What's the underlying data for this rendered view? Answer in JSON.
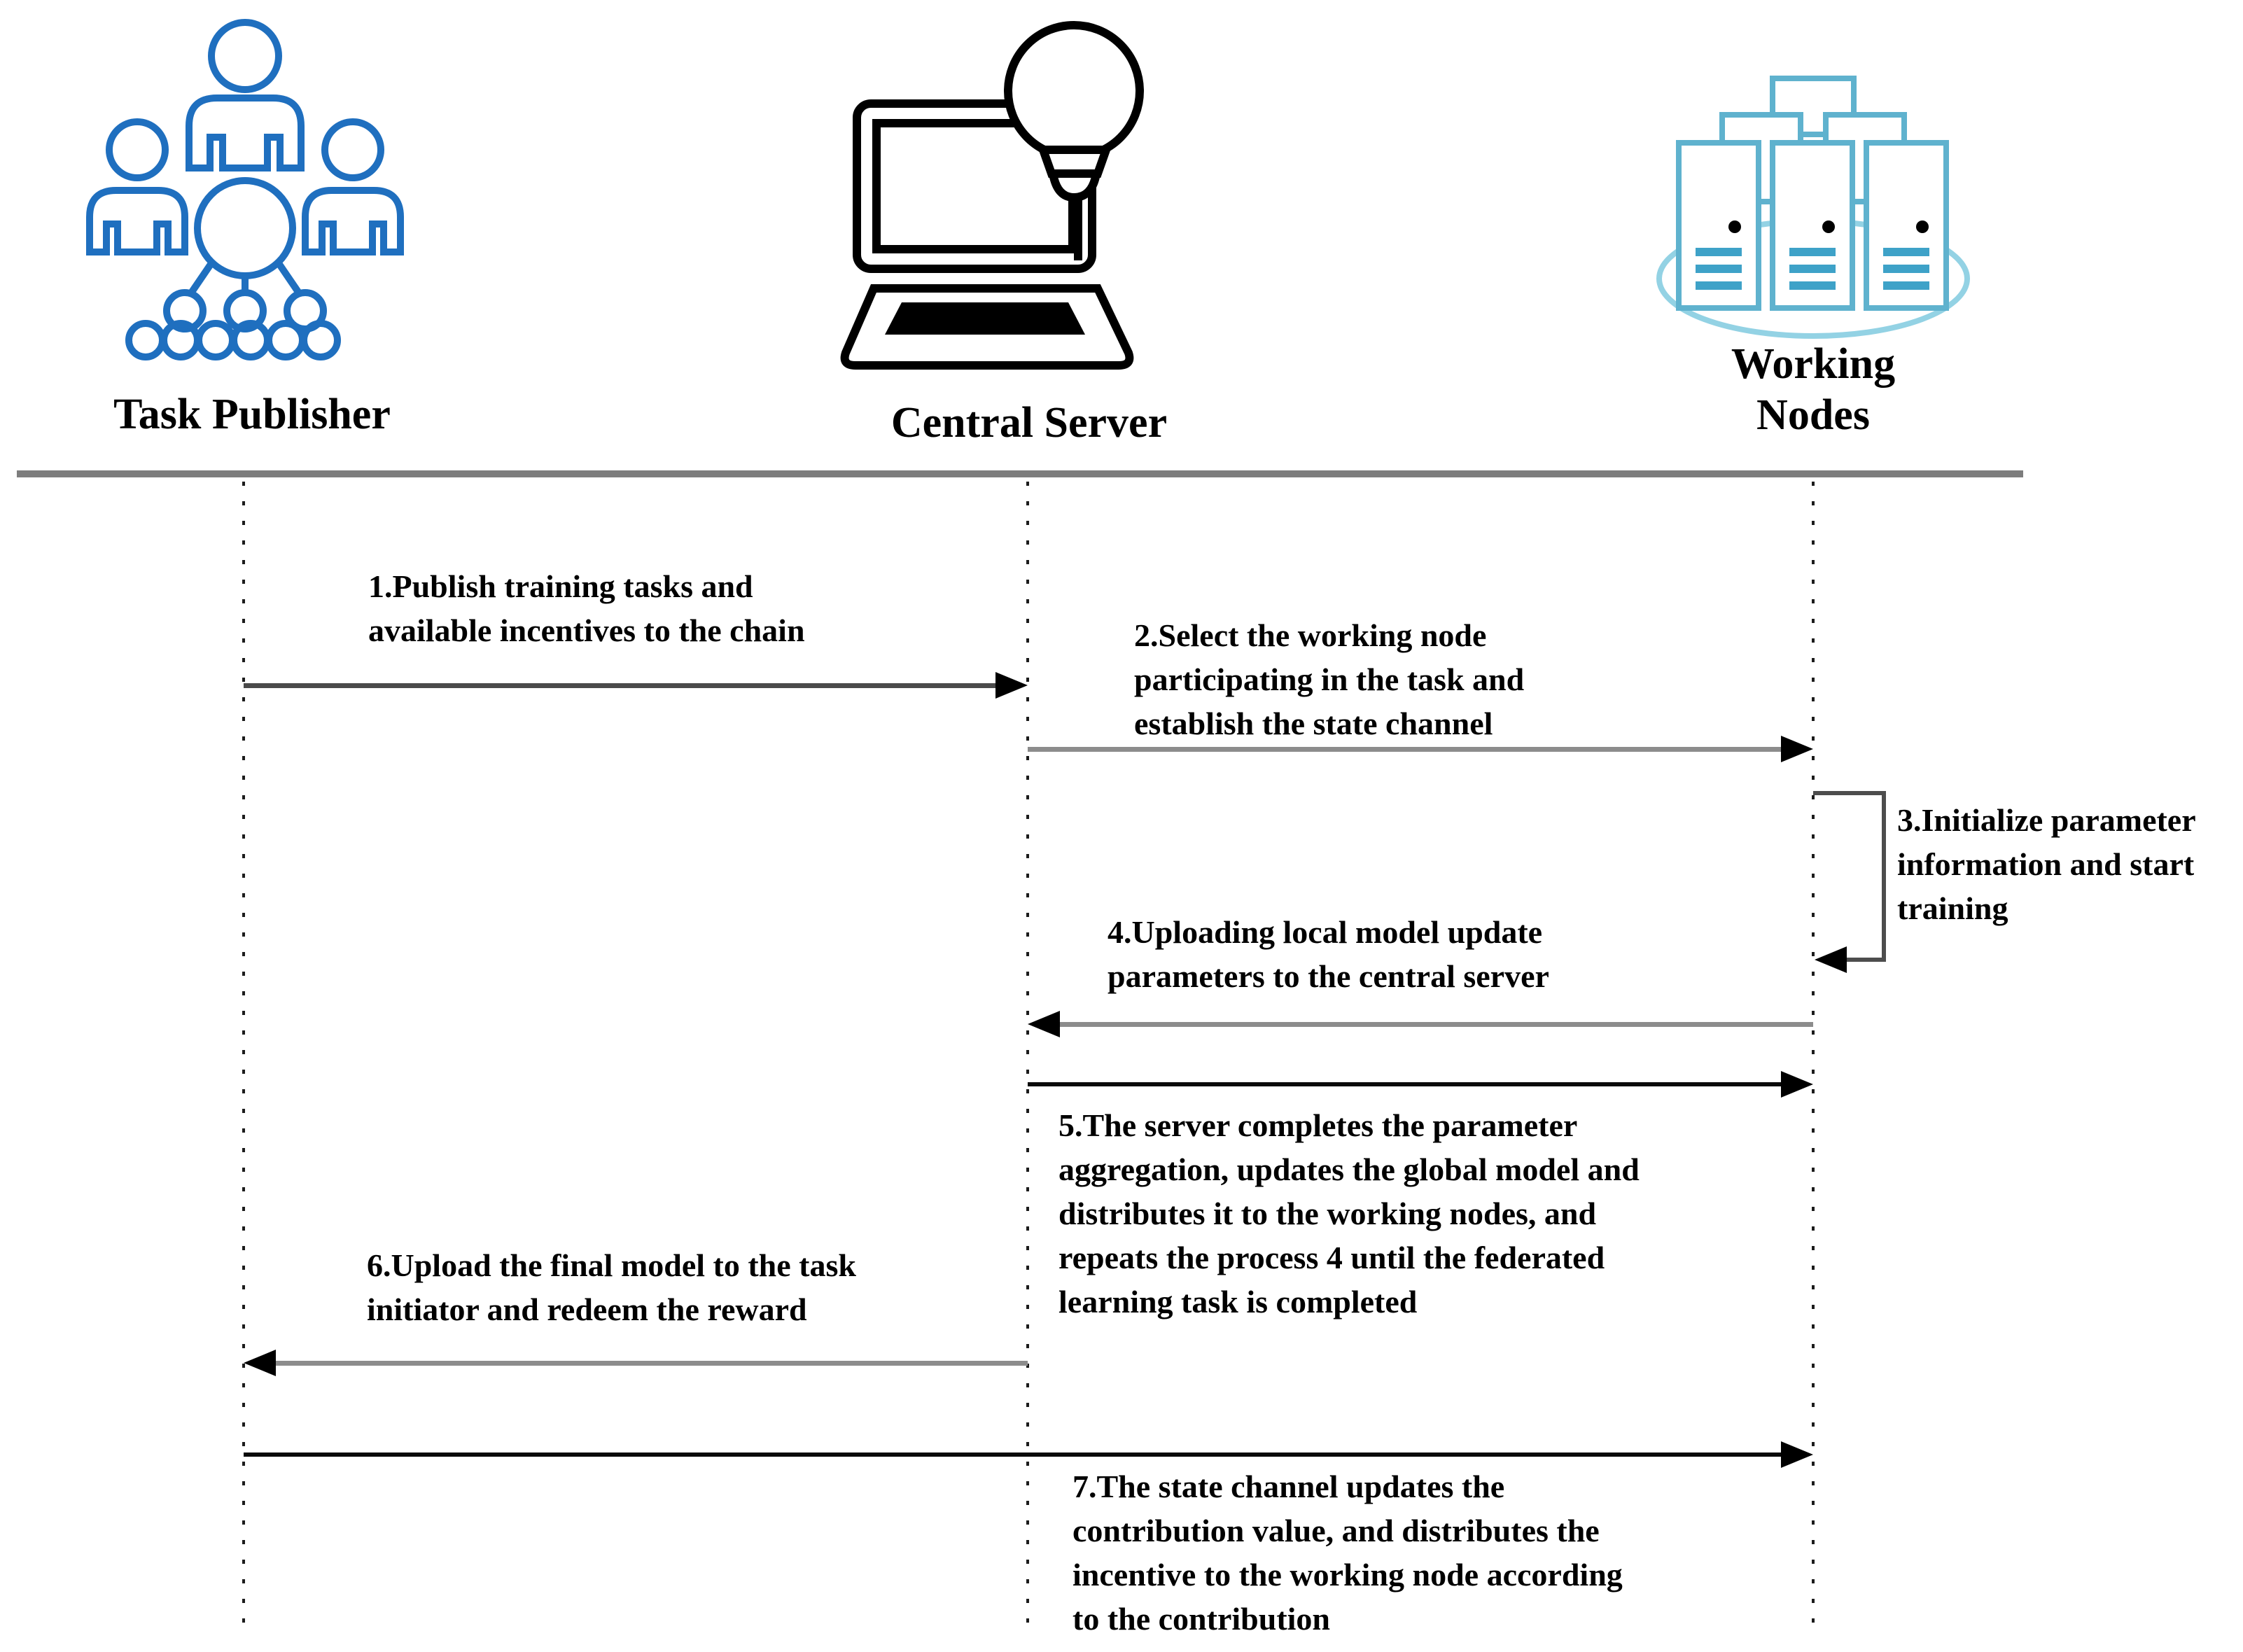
{
  "diagram": {
    "type": "sequence-diagram",
    "topic": "Blockchain federated learning task flow"
  },
  "actors": [
    {
      "name": "Task Publisher",
      "icon": "people-group-icon",
      "icon_color": "#1f6fbf"
    },
    {
      "name": "Central Server",
      "icon": "laptop-lightbulb-icon",
      "icon_color": "#000000"
    },
    {
      "name": "Working Nodes",
      "icon": "server-cluster-icon",
      "icon_color": "#5fb2ce"
    }
  ],
  "messages": [
    {
      "id": 1,
      "from": "Task Publisher",
      "to": "Central Server",
      "arrow_color": "#4a4a4a",
      "text": "1.Publish training tasks and\navailable incentives to the chain"
    },
    {
      "id": 2,
      "from": "Central Server",
      "to": "Working Nodes",
      "arrow_color": "#8c8c8c",
      "text": "2.Select the working node\nparticipating in the task and\nestablish the state channel"
    },
    {
      "id": 3,
      "from": "Working Nodes",
      "to": "Working Nodes",
      "self_loop": true,
      "arrow_color": "#4d4d4d",
      "text": "3.Initialize parameter\ninformation and start\ntraining"
    },
    {
      "id": 4,
      "from": "Working Nodes",
      "to": "Central Server",
      "arrow_color": "#8c8c8c",
      "text": "4.Uploading local model update\nparameters to the central server"
    },
    {
      "id": 5,
      "from": "Central Server",
      "to": "Working Nodes",
      "arrow_color": "#0a0a0a",
      "text": "5.The server completes the parameter\naggregation, updates the global model and\ndistributes it to the working nodes, and\nrepeats the process 4 until the federated\nlearning task is completed"
    },
    {
      "id": 6,
      "from": "Central Server",
      "to": "Task Publisher",
      "arrow_color": "#8c8c8c",
      "text": "6.Upload the final model to the task\ninitiator and redeem the reward"
    },
    {
      "id": 7,
      "from": "Task Publisher",
      "to": "Working Nodes",
      "arrow_color": "#0a0a0a",
      "text": "7.The state channel updates the\ncontribution value, and distributes the\nincentive to the working node according\nto the contribution"
    }
  ],
  "colors": {
    "separator_line": "#7d7d7d",
    "lifeline": "#1c1c1c",
    "publisher_icon_blue": "#1f6fbf",
    "nodes_icon_teal": "#5fb2ce",
    "nodes_icon_ellipse": "#93d2e4",
    "nodes_icon_lines": "#3ea2c8",
    "text": "#000000"
  }
}
